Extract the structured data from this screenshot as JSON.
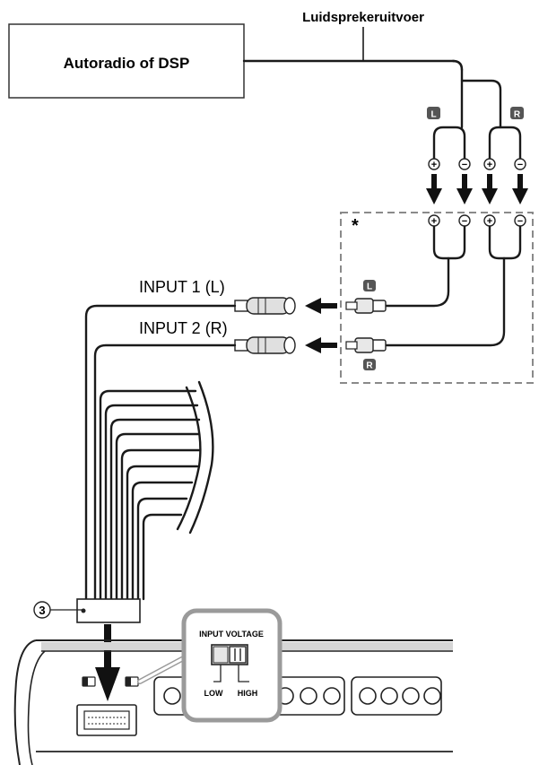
{
  "source": {
    "label": "Autoradio of DSP"
  },
  "speaker_output": {
    "label": "Luidsprekeruitvoer"
  },
  "channels": {
    "left": "L",
    "right": "R"
  },
  "polarity": {
    "plus": "+",
    "minus": "−"
  },
  "note_marker": "*",
  "inputs": [
    {
      "label": "INPUT 1 (L)",
      "channel": "L"
    },
    {
      "label": "INPUT 2 (R)",
      "channel": "R"
    }
  ],
  "callout": {
    "number": "3"
  },
  "switch": {
    "title": "INPUT VOLTAGE",
    "low": "LOW",
    "high": "HIGH"
  }
}
